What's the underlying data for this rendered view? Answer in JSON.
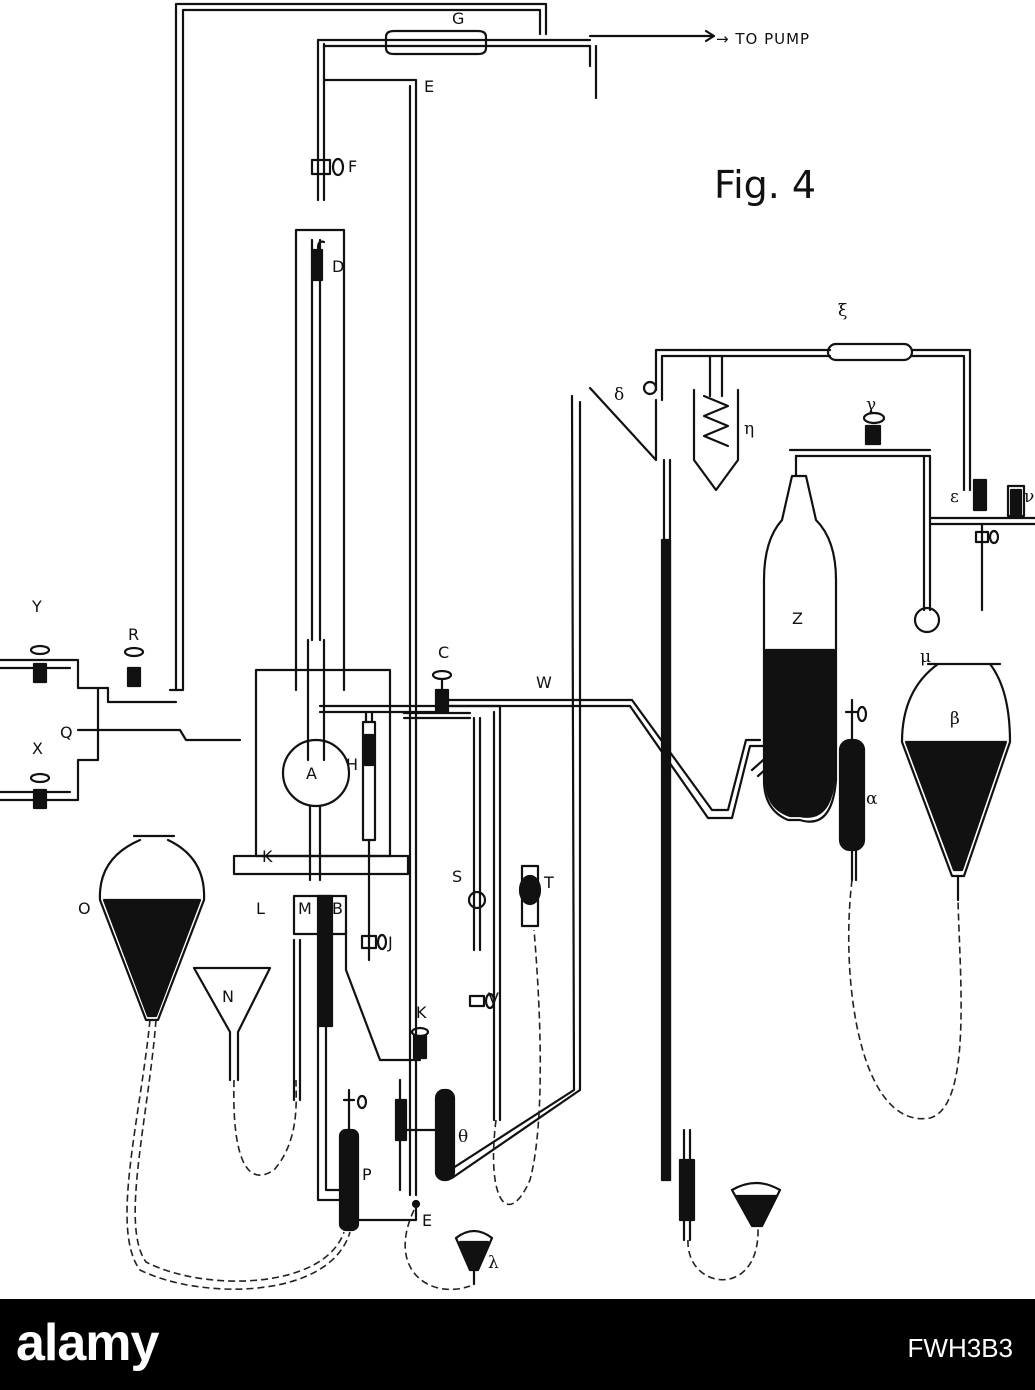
{
  "figure": {
    "title": "Fig. 4",
    "pump_label": "→ TO PUMP",
    "labels": {
      "G": "G",
      "E_top": "E",
      "F": "F",
      "D": "D",
      "Y": "Y",
      "R": "R",
      "X": "X",
      "Q": "Q",
      "C": "C",
      "W": "W",
      "A": "A",
      "H": "H",
      "K_upper": "K",
      "L": "L",
      "M": "M",
      "B": "B",
      "J": "J",
      "S": "S",
      "T": "T",
      "V": "V",
      "K_lower": "K",
      "O": "O",
      "N": "N",
      "P": "P",
      "E_bottom": "E",
      "Z": "Z",
      "xi": "ξ",
      "delta": "δ",
      "eta": "η",
      "gamma": "γ",
      "epsilon": "ε",
      "nu": "ν",
      "mu": "μ",
      "beta": "β",
      "alpha": "α",
      "theta": "θ",
      "lambda": "λ"
    }
  },
  "footer": {
    "wordmark": "alamy",
    "image_id": "FWH3B3"
  }
}
